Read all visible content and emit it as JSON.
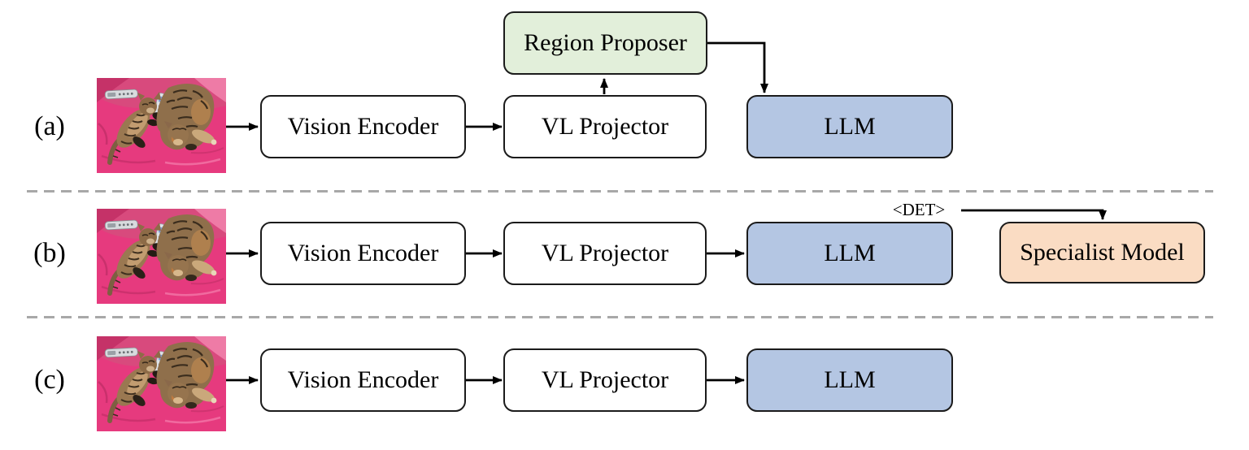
{
  "figure": {
    "rows": [
      {
        "label": "(a)"
      },
      {
        "label": "(b)"
      },
      {
        "label": "(c)"
      }
    ],
    "nodes": {
      "vision_encoder": "Vision Encoder",
      "vl_projector": "VL Projector",
      "llm": "LLM",
      "region_proposer": "Region Proposer",
      "specialist_model": "Specialist Model"
    },
    "tokens": {
      "det": "<DET>"
    },
    "input_image": {
      "description": "Two tabby cats sleeping on a pink blanket with two remote controls"
    },
    "colors": {
      "plain_fill": "#ffffff",
      "llm_fill": "#b4c6e3",
      "region_proposer_fill": "#e2efda",
      "specialist_model_fill": "#fadcc3",
      "border": "#1b1b1b",
      "arrow": "#000000",
      "divider": "#a8a8a8"
    }
  }
}
